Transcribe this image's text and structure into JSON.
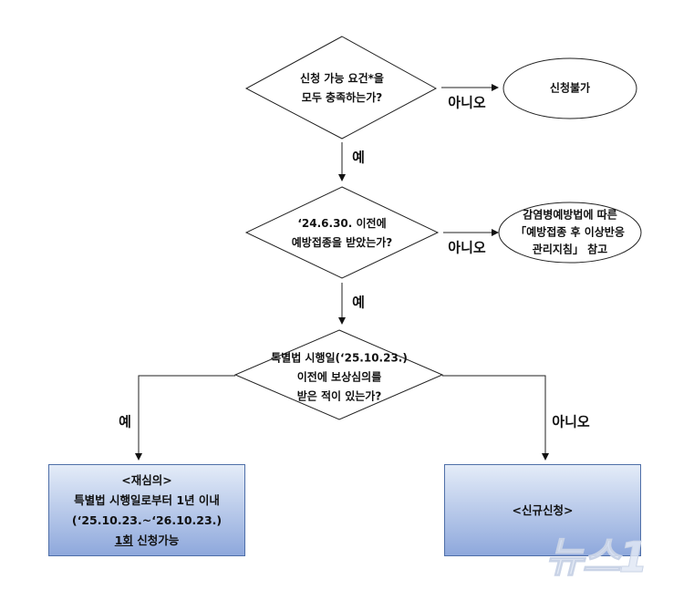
{
  "nodes": {
    "q1": {
      "lines": [
        "신청 가능 요건*을",
        "모두 충족하는가?"
      ]
    },
    "end1": {
      "lines": [
        "신청불가"
      ]
    },
    "q2": {
      "lines": [
        "‘24.6.30. 이전에",
        "예방접종을 받았는가?"
      ]
    },
    "end2": {
      "lines": [
        "감염병예방법에 따른",
        "「예방접종 후 이상반응",
        "관리지침」 참고"
      ]
    },
    "q3": {
      "lines": [
        "특별법 시행일(‘25.10.23.)",
        "이전에 보상심의를",
        "받은 적이 있는가?"
      ]
    },
    "box_left": {
      "lines": [
        "<재심의>",
        "특별법 시행일로부터 1년 이내",
        "(‘25.10.23.~‘26.10.23.)"
      ],
      "last_underlined": "1회",
      "last_rest": " 신청가능"
    },
    "box_right": {
      "lines": [
        "<신규신청>"
      ]
    }
  },
  "edges": {
    "q1_no": "아니오",
    "q1_yes": "예",
    "q2_no": "아니오",
    "q2_yes": "예",
    "q3_yes": "예",
    "q3_no": "아니오"
  },
  "colors": {
    "box_top": "#e4ecf8",
    "box_bottom": "#8ea8dc",
    "box_border": "#4f6fa8"
  },
  "watermark": "뉴스1"
}
